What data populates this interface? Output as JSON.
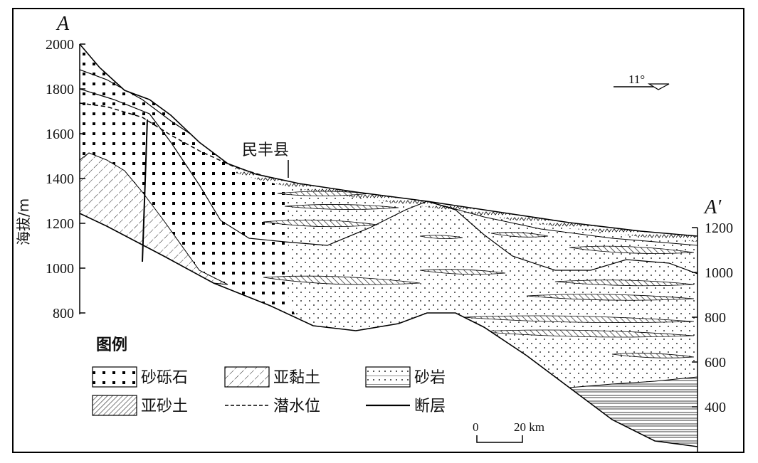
{
  "section": {
    "start_label": "A",
    "end_label": "A′",
    "town_label": "民丰县",
    "north_arrow_label": "11°"
  },
  "left_axis": {
    "title": "海拔/m",
    "ticks": [
      "2000",
      "1800",
      "1600",
      "1400",
      "1200",
      "1000",
      "800"
    ]
  },
  "right_axis": {
    "ticks": [
      "1200",
      "1000",
      "800",
      "600",
      "400"
    ]
  },
  "legend": {
    "title": "图例",
    "items": [
      {
        "key": "sandy-gravel",
        "label": "砂砾石"
      },
      {
        "key": "sub-clay",
        "label": "亚黏土"
      },
      {
        "key": "sandstone",
        "label": "砂岩"
      },
      {
        "key": "sandy-loam",
        "label": "亚砂土"
      },
      {
        "key": "water-table",
        "label": "潜水位"
      },
      {
        "key": "fault",
        "label": "断层"
      }
    ]
  },
  "scale_bar": {
    "start": "0",
    "end": "20 km"
  }
}
